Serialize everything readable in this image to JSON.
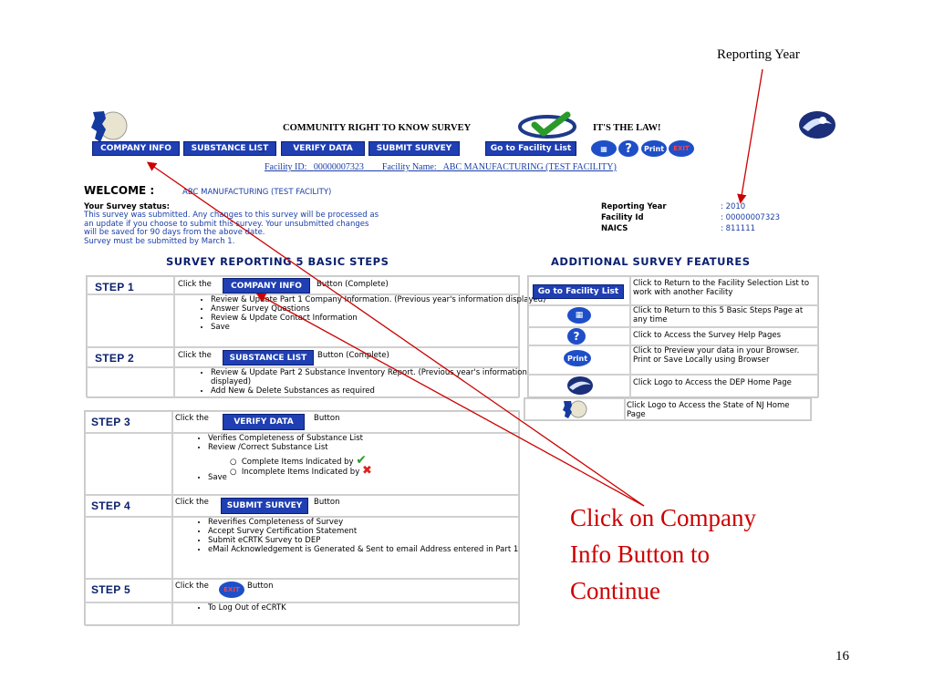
{
  "slide": {
    "annotation_reporting_year": "Reporting Year",
    "callout": [
      "Click on Company",
      "Info Button to",
      "Continue"
    ],
    "page_number": "16"
  },
  "header": {
    "title": "COMMUNITY RIGHT TO KNOW SURVEY",
    "slogan": "IT'S THE LAW!"
  },
  "nav": {
    "company_info": "COMPANY INFO",
    "substance_list": "SUBSTANCE LIST",
    "verify_data": "VERIFY DATA",
    "submit_survey": "SUBMIT SURVEY",
    "go_facility": "Go to Facility List",
    "help": "?",
    "print": "Print",
    "exit": "EXIT"
  },
  "facility": {
    "id_label": "Facility ID:",
    "id_value": "00000007323",
    "name_label": "Facility Name:",
    "name_value": "ABC MANUFACTURING (TEST FACILITY)"
  },
  "welcome": {
    "label": "WELCOME :",
    "name": "ABC MANUFACTURING (TEST FACILITY)"
  },
  "status": {
    "title": "Your Survey status:",
    "lines": [
      "This survey was submitted. Any changes to this survey will be processed as",
      "an update if you choose to submit this survey. Your unsubmitted changes",
      "will be saved for 90 days from the above date.",
      "Survey must be submitted by March 1."
    ]
  },
  "info": {
    "reporting_year_label": "Reporting Year",
    "reporting_year_value": ": 2010",
    "facility_id_label": "Facility Id",
    "facility_id_value": ": 00000007323",
    "naics_label": "NAICS",
    "naics_value": ": 811111"
  },
  "steps_heading": "SURVEY REPORTING 5 BASIC STEPS",
  "features_heading": "ADDITIONAL SURVEY FEATURES",
  "steps": [
    {
      "label": "STEP 1",
      "click_the": "Click the",
      "button": "COMPANY INFO",
      "after": "Button (Complete)",
      "items": [
        "Review & Update Part 1 Company Information. (Previous year's information displayed)",
        "Answer Survey Questions",
        "Review & Update Contact Information",
        "Save"
      ]
    },
    {
      "label": "STEP 2",
      "click_the": "Click the",
      "button": "SUBSTANCE LIST",
      "after": "Button (Complete)",
      "items": [
        "Review & Update Part 2 Substance Inventory Report. (Previous year's information displayed)",
        "Add New & Delete Substances as required"
      ]
    },
    {
      "label": "STEP 3",
      "click_the": "Click the",
      "button": "VERIFY DATA",
      "after": "Button",
      "items": [
        "Verifies Completeness of Substance List",
        "Review /Correct Substance List"
      ],
      "sub_items": [
        "Complete Items Indicated by",
        "Incomplete Items Indicated by"
      ],
      "last": "Save"
    },
    {
      "label": "STEP 4",
      "click_the": "Click the",
      "button": "SUBMIT SURVEY",
      "after": "Button",
      "items": [
        "Reverifies Completeness of Survey",
        "Accept Survey Certification Statement",
        "Submit eCRTK Survey to DEP",
        "eMail Acknowledgement is Generated & Sent to email Address entered in Part 1"
      ]
    },
    {
      "label": "STEP 5",
      "click_the": "Click the",
      "button": "EXIT",
      "after": "Button",
      "items": [
        "To Log Out of eCRTK"
      ]
    }
  ],
  "features": [
    {
      "icon": "Go to Facility List",
      "text": "Click to Return to the Facility Selection List to work with another Facility"
    },
    {
      "icon": "steps-icon",
      "text": "Click to Return to this 5 Basic Steps Page at any time"
    },
    {
      "icon": "?",
      "text": "Click to Access the Survey Help Pages"
    },
    {
      "icon": "Print",
      "text": "Click to Preview your data in your Browser. Print or Save Locally using Browser"
    },
    {
      "icon": "dep-logo",
      "text": "Click Logo to Access the DEP Home Page"
    },
    {
      "icon": "nj-logo",
      "text": "Click Logo to Access the State of NJ Home Page"
    }
  ],
  "colors": {
    "nav_blue": "#1f3fb2",
    "heading_navy": "#0a1f6e",
    "link_blue": "#1a3ea8",
    "callout_red": "#cc0000",
    "check_green": "#2a9a2a"
  }
}
